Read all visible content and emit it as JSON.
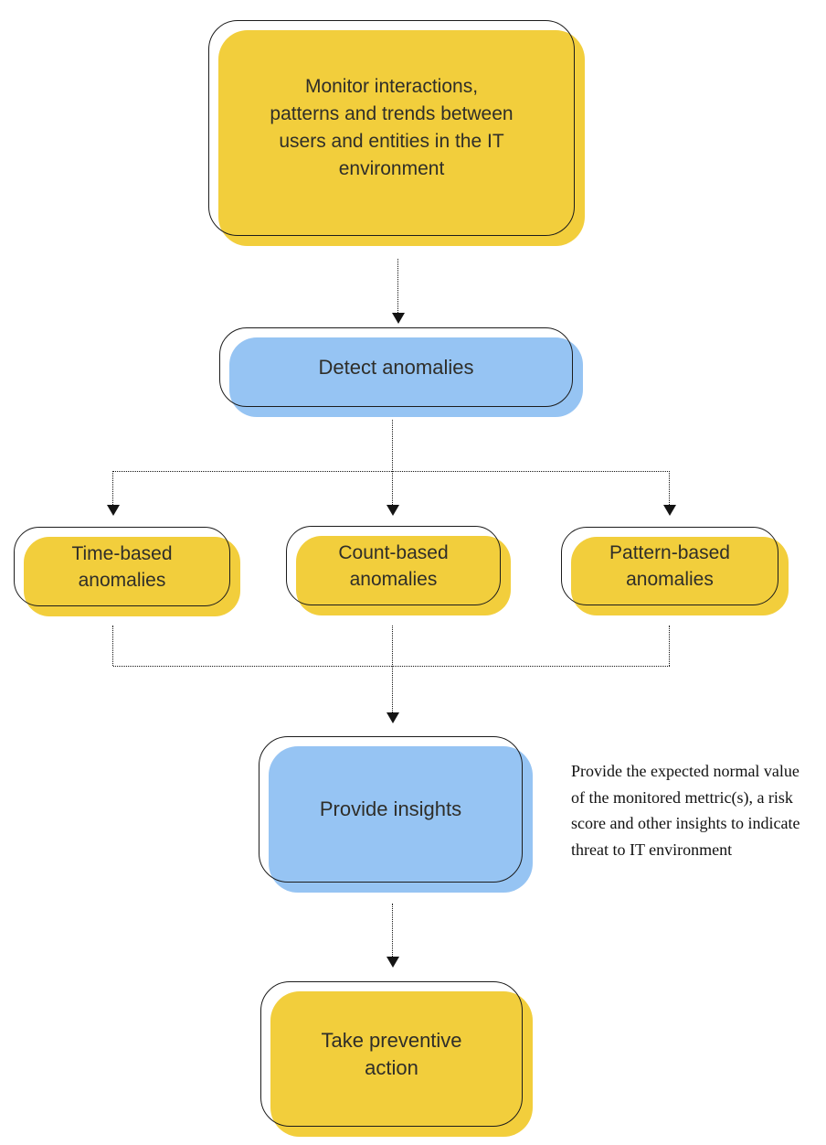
{
  "nodes": {
    "monitor": {
      "label": "Monitor interactions,\npatterns and trends between\nusers and entities in the IT\nenvironment",
      "color": "#F2CE3C"
    },
    "detect": {
      "label": "Detect anomalies",
      "color": "#96C4F3"
    },
    "time": {
      "label": "Time-based\nanomalies",
      "color": "#F2CE3C"
    },
    "count": {
      "label": "Count-based\nanomalies",
      "color": "#F2CE3C"
    },
    "pattern": {
      "label": "Pattern-based\nanomalies",
      "color": "#F2CE3C"
    },
    "provide": {
      "label": "Provide insights",
      "color": "#96C4F3"
    },
    "take": {
      "label": "Take preventive\naction",
      "color": "#F2CE3C"
    }
  },
  "annotation": {
    "text": "Provide the expected normal value\nof the monitored mettric(s), a risk\nscore and other insights to indicate\nthreat to IT environment"
  },
  "colors": {
    "yellow": "#F2CE3C",
    "blue": "#96C4F3",
    "outline": "#1C1C1C",
    "connector": "#141414",
    "label_text": "#2F2E29",
    "annotation_text": "#111111",
    "background": "#FFFFFF"
  }
}
